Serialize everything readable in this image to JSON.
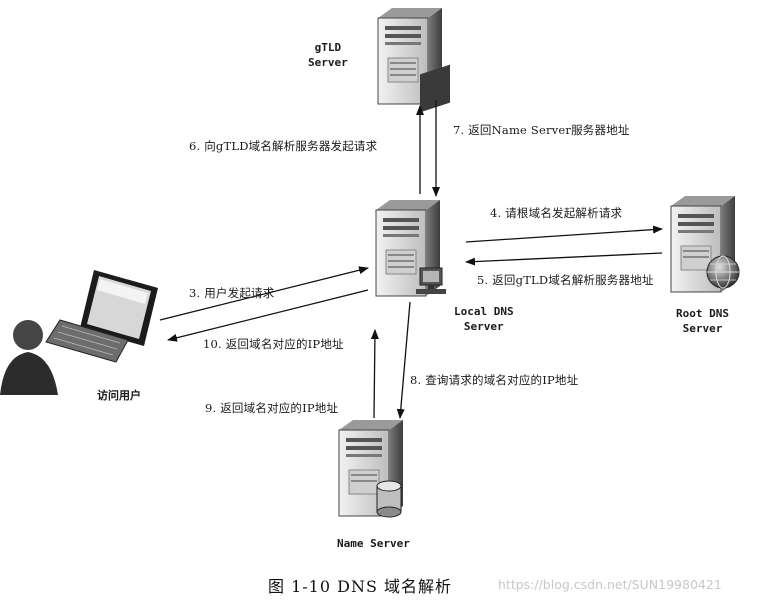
{
  "nodes": {
    "gtld": {
      "line1": "gTLD",
      "line2": "Server"
    },
    "local": {
      "line1": "Local DNS",
      "line2": "Server"
    },
    "root": {
      "line1": "Root DNS",
      "line2": "Server"
    },
    "name": {
      "line1": "Name Server"
    },
    "user": {
      "line1": "访问用户"
    }
  },
  "steps": [
    "3. 用户发起请求",
    "4. 请根域名发起解析请求",
    "5. 返回gTLD域名解析服务器地址",
    "6. 向gTLD域名解析服务器发起请求",
    "7. 返回Name Server服务器地址",
    "8. 查询请求的域名对应的IP地址",
    "9. 返回域名对应的IP地址",
    "10. 返回域名对应的IP地址"
  ],
  "caption": "图 1-10   DNS 域名解析",
  "watermark": "https://blog.csdn.net/SUN19980421"
}
